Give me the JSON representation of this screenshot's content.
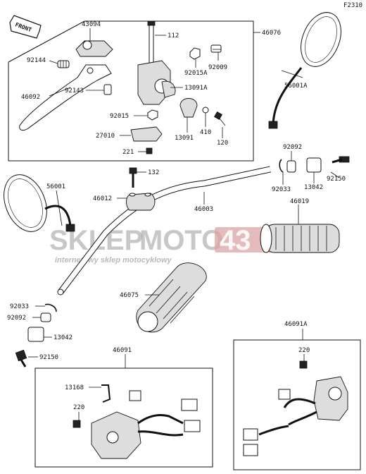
{
  "figure_code": "F2310",
  "front_label": "FRONT",
  "watermark": {
    "brand_a": "SKLEP",
    "brand_b": "MOTO",
    "brand_c": "43",
    "tagline": "internetowy sklep motocyklowy"
  },
  "parts": [
    {
      "id": "p43094",
      "label": "43094"
    },
    {
      "id": "p112",
      "label": "112"
    },
    {
      "id": "p46076",
      "label": "46076"
    },
    {
      "id": "p92144",
      "label": "92144"
    },
    {
      "id": "p92009",
      "label": "92009"
    },
    {
      "id": "p92015A",
      "label": "92015A"
    },
    {
      "id": "p92143",
      "label": "92143"
    },
    {
      "id": "p13091A",
      "label": "13091A"
    },
    {
      "id": "p46092",
      "label": "46092"
    },
    {
      "id": "p92015",
      "label": "92015"
    },
    {
      "id": "p410",
      "label": "410"
    },
    {
      "id": "p27010",
      "label": "27010"
    },
    {
      "id": "p13091",
      "label": "13091"
    },
    {
      "id": "p120",
      "label": "120"
    },
    {
      "id": "p221",
      "label": "221"
    },
    {
      "id": "p56001A",
      "label": "56001A"
    },
    {
      "id": "p92092a",
      "label": "92092"
    },
    {
      "id": "p132",
      "label": "132"
    },
    {
      "id": "p92033a",
      "label": "92033"
    },
    {
      "id": "p13042a",
      "label": "13042"
    },
    {
      "id": "p92150a",
      "label": "92150"
    },
    {
      "id": "p56001",
      "label": "56001"
    },
    {
      "id": "p46012",
      "label": "46012"
    },
    {
      "id": "p46003",
      "label": "46003"
    },
    {
      "id": "p46019",
      "label": "46019"
    },
    {
      "id": "p46075",
      "label": "46075"
    },
    {
      "id": "p92033b",
      "label": "92033"
    },
    {
      "id": "p92092b",
      "label": "92092"
    },
    {
      "id": "p13042b",
      "label": "13042"
    },
    {
      "id": "p92150b",
      "label": "92150"
    },
    {
      "id": "p46091A",
      "label": "46091A"
    },
    {
      "id": "p220a",
      "label": "220"
    },
    {
      "id": "p46091",
      "label": "46091"
    },
    {
      "id": "p13168",
      "label": "13168"
    },
    {
      "id": "p220b",
      "label": "220"
    }
  ]
}
